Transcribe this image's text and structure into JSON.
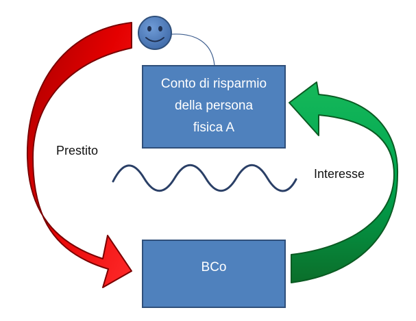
{
  "diagram": {
    "top_box": {
      "lines": [
        "Conto di risparmio",
        "della persona",
        "fisica A"
      ],
      "fill": "#4f81bd",
      "stroke": "#2f4f7a"
    },
    "bottom_box": {
      "label": "BCo",
      "fill": "#4f81bd",
      "stroke": "#2f4f7a"
    },
    "left_arrow": {
      "label": "Prestito",
      "color": "#e00000"
    },
    "right_arrow": {
      "label": "Interesse",
      "color": "#00a04a"
    },
    "person": {
      "icon": "smiley-face-icon",
      "fill": "#4f81bd"
    },
    "wave": {
      "icon": "sine-wave-icon",
      "color": "#2a3f66"
    }
  }
}
